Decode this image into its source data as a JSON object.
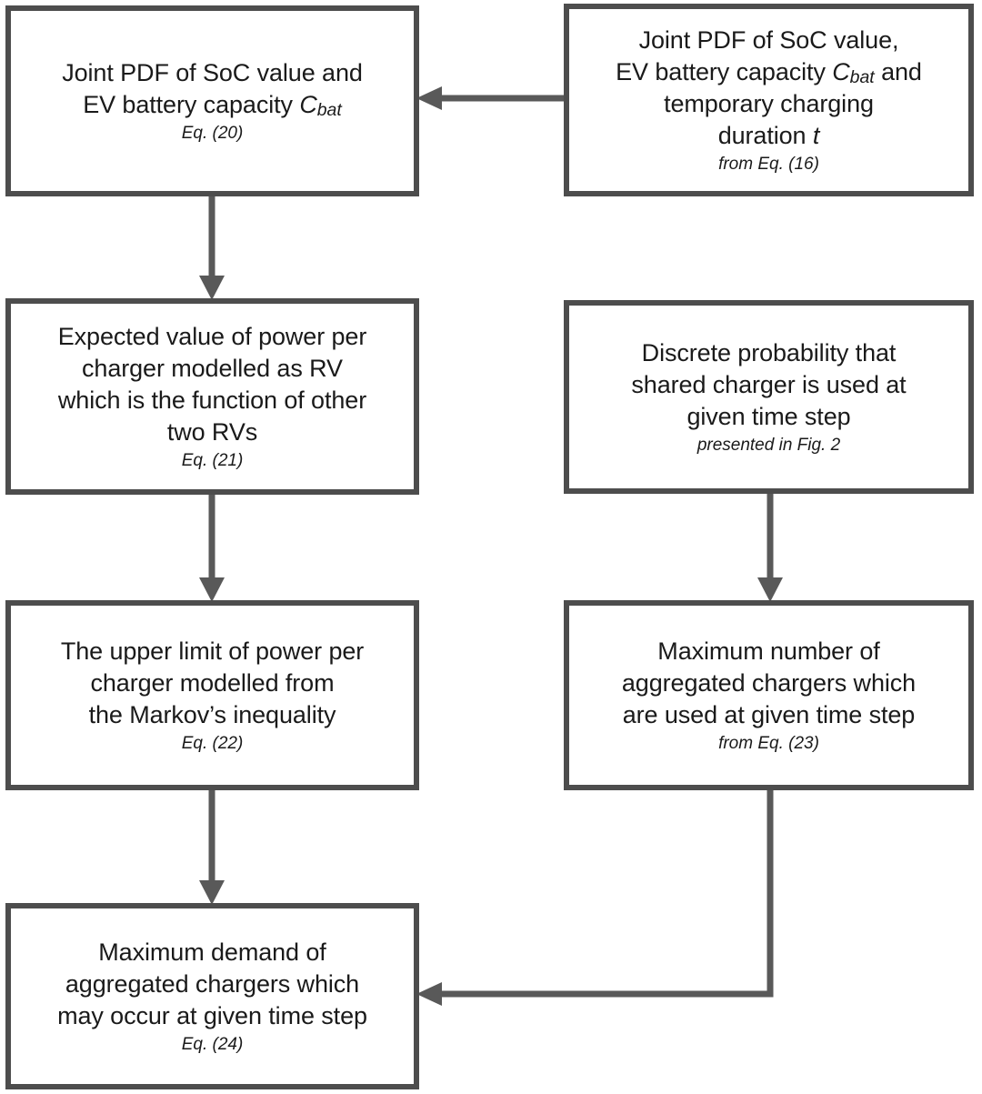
{
  "diagram": {
    "title": "Maximum demand of aggregated EV chargers derivation flowchart",
    "colors": {
      "box_border": "#4d4d4d",
      "box_fill": "#ffffff",
      "connector": "#595959",
      "text": "#1a1a1a",
      "background": "#ffffff"
    },
    "nodes": [
      {
        "id": "node-1",
        "name": "joint-pdf-soc-capacity",
        "main_line_1": "Joint PDF of SoC value and",
        "main_line_2_pre": "EV battery capacity ",
        "main_line_2_var": "C",
        "main_line_2_sub": "bat",
        "ref": "Eq. (20)"
      },
      {
        "id": "node-2",
        "name": "joint-pdf-soc-capacity-duration",
        "main_line_1": "Joint PDF of SoC value,",
        "main_line_2_pre": "EV battery capacity ",
        "main_line_2_var": "C",
        "main_line_2_sub": "bat",
        "main_line_2_post": " and",
        "main_line_3": "temporary charging",
        "main_line_4_pre": "duration ",
        "main_line_4_var": "t",
        "ref": "from Eq. (16)"
      },
      {
        "id": "node-3",
        "name": "expected-value-power-per-charger",
        "main": "Expected value of power per\ncharger modelled as RV\nwhich is the function of other\ntwo RVs",
        "ref": "Eq. (21)"
      },
      {
        "id": "node-4",
        "name": "discrete-probability-shared-charger",
        "main": "Discrete probability that\nshared charger is used at\ngiven time step",
        "ref": "presented in Fig. 2"
      },
      {
        "id": "node-5",
        "name": "upper-limit-power-per-charger",
        "main": "The upper limit of power per\ncharger modelled from\nthe Markov’s inequality",
        "ref": "Eq. (22)"
      },
      {
        "id": "node-6",
        "name": "maximum-number-aggregated-chargers",
        "main": "Maximum number of\naggregated chargers which\nare used at given time step",
        "ref": "from Eq. (23)"
      },
      {
        "id": "node-7",
        "name": "maximum-demand-aggregated-chargers",
        "main": "Maximum demand of\naggregated chargers which\nmay occur at given time step",
        "ref": "Eq. (24)"
      }
    ],
    "connectors": [
      {
        "name": "connector-node2-to-node1",
        "from": "node-2",
        "to": "node-1",
        "shape": "horizontal-left-arrow"
      },
      {
        "name": "connector-node1-to-node3",
        "from": "node-1",
        "to": "node-3",
        "shape": "vertical-down-arrow"
      },
      {
        "name": "connector-node3-to-node5",
        "from": "node-3",
        "to": "node-5",
        "shape": "vertical-down-arrow"
      },
      {
        "name": "connector-node4-to-node6",
        "from": "node-4",
        "to": "node-6",
        "shape": "vertical-down-arrow"
      },
      {
        "name": "connector-node5-to-node7",
        "from": "node-5",
        "to": "node-7",
        "shape": "vertical-down-arrow"
      },
      {
        "name": "connector-node6-to-node7",
        "from": "node-6",
        "to": "node-7",
        "shape": "elbow-down-left-arrow"
      }
    ]
  }
}
